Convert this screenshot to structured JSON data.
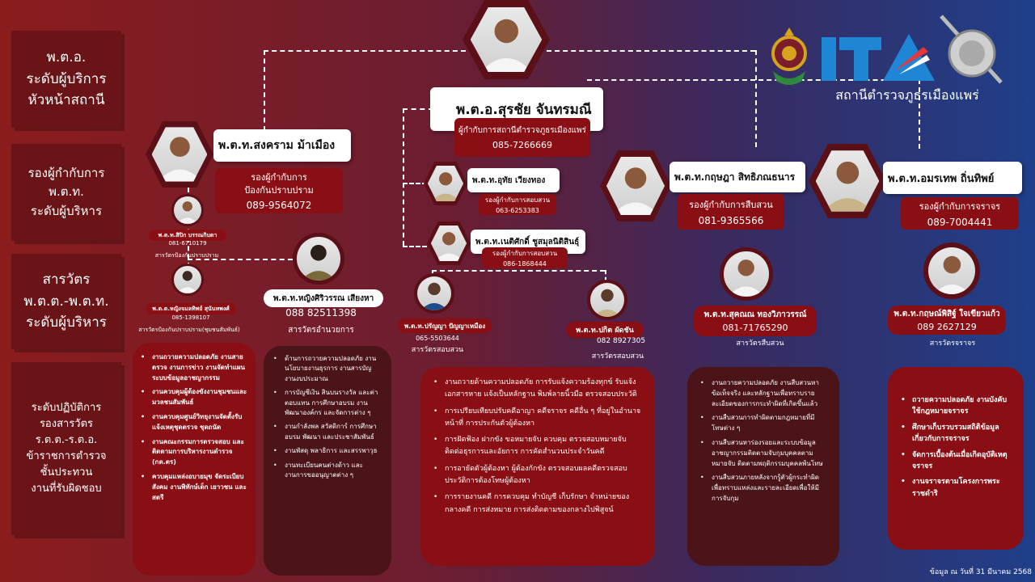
{
  "categories": [
    {
      "text": "พ.ต.อ.\nระดับผู้บริการ\nหัวหน้าสถานี"
    },
    {
      "text": "รองผู้กำกับการ\nพ.ต.ท.\nระดับผู้บริหาร"
    },
    {
      "text": "สารวัตร\nพ.ต.ต.-พ.ต.ท.\nระดับผู้บริหาร"
    },
    {
      "text": "ระดับปฏิบัติการ\nรองสารวัตร\nร.ต.ต.-ร.ต.อ.\nข้าราชการตำรวจ\nชั้นประทวน\nงานที่รับผิดชอบ"
    }
  ],
  "brand": {
    "station": "สถานีตำรวจภูธรเมืองแพร่",
    "ita": "ITA"
  },
  "chief": {
    "name": "พ.ต.อ.สุรชัย  จันทรมณี",
    "role": "ผู้กำกับการสถานีตำรวจภูธรเมืองแพร่",
    "phone": "085-7266669"
  },
  "deputies": [
    {
      "name": "พ.ต.ท.สงคราม  ม้าเมือง",
      "role": "รองผู้กำกับการ\nป้องกันปราบปราม",
      "phone": "089-9564072"
    },
    {
      "name": "พ.ต.ท.กฤษฎา  สิทธิภณธนาร",
      "role": "รองผู้กำกับการสืบสวน",
      "phone": "081-9365566"
    },
    {
      "name": "พ.ต.ท.อมรเทพ   ถิ่นทิพย์",
      "role": "รองผู้กำกับการจราจร",
      "phone": "089-7004441"
    }
  ],
  "investigators": [
    {
      "name": "พ.ต.ท.อุทัย  เวียงทอง",
      "role": "รองผู้กำกับการสอบสวน",
      "phone": "063-6253383"
    },
    {
      "name": "พ.ต.ท.เนติศักดิ์ ชูสมุลนิติสินธุ์",
      "role": "รองผู้กำกับการสอบสวน",
      "phone": "086-1868444"
    }
  ],
  "small_left": [
    {
      "name": "พ.ต.ท.สิปิก บรรณกิบตา",
      "phone": "081-6710179",
      "role": "สารวัตรป้องกันปราบปราม"
    },
    {
      "name": "พ.ต.ต.หญิงจมลทิพย์ สุนันทพงศ์",
      "phone": "085-1398107",
      "role": "สารวัตรป้องกันปราบปราม(ชุมชนสัมพันธ์)"
    }
  ],
  "admin": {
    "name": "พ.ต.ท.หญิงศิริวรรณ  เสียงหา",
    "phone": "088 82511398",
    "role": "สารวัตรอำนวยการ"
  },
  "invest_sub": [
    {
      "name": "พ.ต.ท.ปรัญญา  ปัญญาเหมือง",
      "phone": "065-5503644",
      "role": "สารวัตรสอบสวน"
    },
    {
      "name": "พ.ต.ท.ปกิต  ผัดชัน",
      "phone": "082 8927305",
      "role": "สารวัตรสอบสวน"
    }
  ],
  "inspector_suspect": {
    "name": "พ.ต.ท.สุคณณ ทองวิภาวรรณ์",
    "phone": "081-71765290",
    "role": "สารวัตรสืบสวน"
  },
  "inspector_traffic": {
    "name": "พ.ต.ท.กฤษณ์พิสิฐ์ ใจเขียวแก้ว",
    "phone": "089 2627129",
    "role": "สารวัตรจราจร"
  },
  "duties": {
    "prevention": [
      "งานถวายความปลอดภัย งานสายตรวจ งานการข่าว งานจัดทำแผนระบบข้อมูลอาชญากรรม",
      "งานควบคุมผู้ต้องขังงานชุมชนและมวลชนสัมพันธ์",
      "งานควบคุมศูนย์วิทยุงานจัดตั้งรับแจ้งเหตุชุดตรวจ ชุดถนัด",
      "งานคณะกรรมการตรวจสอบ และติดตามการบริหารงานตำรวจ (กต.ตร)",
      "ควบคุมแหล่งอบายมุข จัดระเบียบสังคม งานพิทักษ์เด็ก เยาวชน และสตรี"
    ],
    "admin": [
      "ด้านการถวายความปลอดภัย งานนโยบายงานธุรการ งานสารบัญ งานงบประมาณ",
      "การบัญชีเงิน สินบนรางวัล และค่าตอบแทน การศึกษาอบรม งานพัฒนาองค์กร และจัดการต่าง ๆ",
      "งานกำลังพล สวัสดิการ์ การศึกษา อบรม พัฒนา และประชาสัมพันธ์",
      "งานพัสดุ พลาธิการ และสรรพาวุธ",
      "งานทะเบียนคนต่างด้าว และงานการขออนุญาตต่าง ๆ"
    ],
    "investigation": [
      "งานถวายด้านความปลอดภัย การรับแจ้งความร้องทุกข์ รับแจ้งเอกสารหาย แจ้งเป็นหลักฐาน พิมพ์ลายนิ้วมือ ตรวจสอบประวัติ",
      "การเปรียบเทียบปรับคดีอาญา คดีจราจร คดีอื่น ๆ ที่อยู่ในอำนาจหน้าที่ การประกันตัวผู้ต้องหา",
      "การฝัดฟ้อง ฝากขัง ขอหมายจับ ควบคุม ตรวจสอบหมายจับ ติดต่อธุรการและอัยการ การคัดสำนวนประจำวันคดี",
      "การอายัดตัวผู้ต้องหา ผู้ต้องกักขัง ตรวจสอบผลคดีตรวจสอบประวัติการต้องโทษผู้ต้องหา",
      "การรายงานคดี การควบคุม ทำบัญชี เก็บรักษา จำหน่ายของกลางคดี การส่งหมาย การส่งติดตามของกลางไปพิสูจน์"
    ],
    "suspect": [
      "งานถวายความปลอดภัย งานสืบสวนหาข้อเท็จจริง และหลักฐานเพื่อทราบรายละเอียดของการกระทำผิดที่เกิดขึ้นแล้ว",
      "งานสืบสวนการทำผิดตามกฎหมายที่มีโทษต่าง ๆ",
      "งานสืบสวนหาร่องรอยและระบบข้อมูลอาชญากรรมติดตามจับกุมบุคคลตามหมายจับ ติดตามพฤติกรรมบุคคลพ้นโทษ",
      "งานสืบสวนภายหลังจากรู้ตัวผู้กระทำผิดเพื่อทราบแหล่งและรายละเอียดเพื่อให้มีการจับกุม"
    ],
    "traffic": [
      "ถวายความปลอดภัย งานบังคับใช้กฎหมายจราจร",
      "ศึกษาเก็บรวบรวมสถิติข้อมูลเกี่ยวกับการจราจร",
      "จัดการเบื้องต้นเมื่อเกิดอุบัติเหตุจราจร",
      "งานจราจรตามโครงการพระราชดำริ"
    ]
  },
  "footer": "ข้อมูล ณ วันที่ 31 มีนาคม 2568"
}
